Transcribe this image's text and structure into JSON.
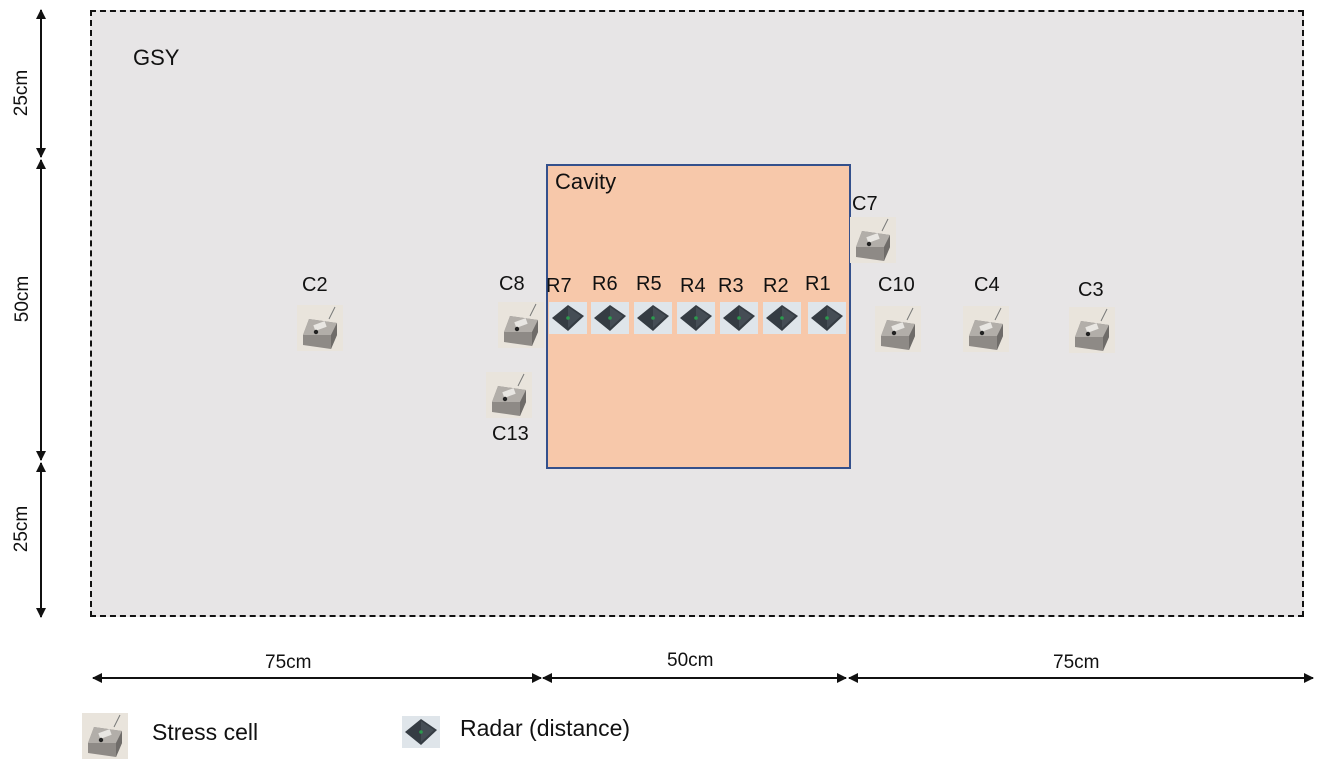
{
  "region": {
    "label": "GSY"
  },
  "cavity": {
    "label": "Cavity"
  },
  "dimensions": {
    "vertical": [
      "25cm",
      "50cm",
      "25cm"
    ],
    "horizontal": [
      "75cm",
      "50cm",
      "75cm"
    ]
  },
  "stress_cells": [
    "C2",
    "C8",
    "C13",
    "C7",
    "C10",
    "C4",
    "C3"
  ],
  "radars": [
    "R7",
    "R6",
    "R5",
    "R4",
    "R3",
    "R2",
    "R1"
  ],
  "legend": {
    "stress_cell": "Stress cell",
    "radar": "Radar (distance)"
  },
  "colors": {
    "region_fill": "#e7e5e6",
    "cavity_fill": "#f7c8aa",
    "cavity_border": "#34508c"
  }
}
